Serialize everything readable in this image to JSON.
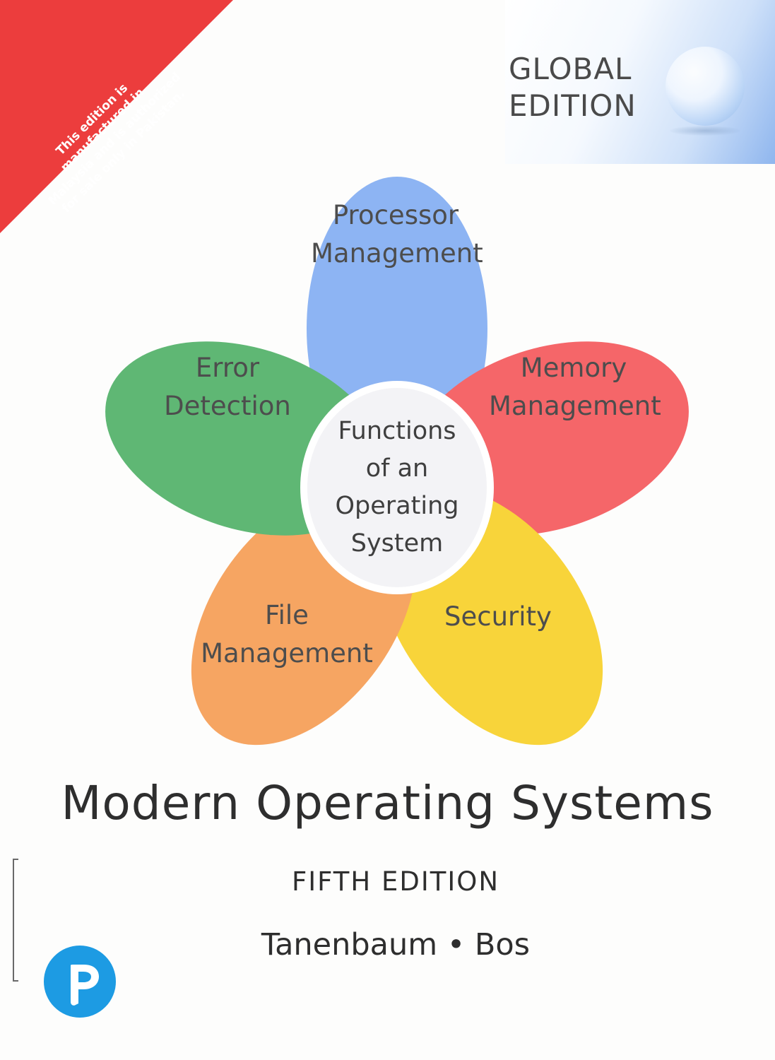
{
  "banner": {
    "lines": [
      "This edition is",
      "manufactured in",
      "Malaysia and is authorized",
      "for sale only in Pakistan."
    ],
    "color": "#ec3d3d"
  },
  "badge": {
    "line1": "GLOBAL",
    "line2": "EDITION"
  },
  "flower": {
    "center": [
      "Functions",
      "of an",
      "Operating",
      "System"
    ],
    "petals": {
      "processor": {
        "lines": [
          "Processor",
          "Management"
        ],
        "color": "#8db4f3"
      },
      "memory": {
        "lines": [
          "Memory",
          "Management"
        ],
        "color": "#f56669"
      },
      "security": {
        "lines": [
          "Security"
        ],
        "color": "#f8d43a"
      },
      "file": {
        "lines": [
          "File",
          "Management"
        ],
        "color": "#f6a562"
      },
      "error": {
        "lines": [
          "Error",
          "Detection"
        ],
        "color": "#5fb774"
      }
    }
  },
  "title": "Modern Operating Systems",
  "edition": "FIFTH EDITION",
  "authors": "Tanenbaum • Bos",
  "publisher": {
    "icon": "pearson-logo-icon",
    "color": "#1d9be3"
  }
}
